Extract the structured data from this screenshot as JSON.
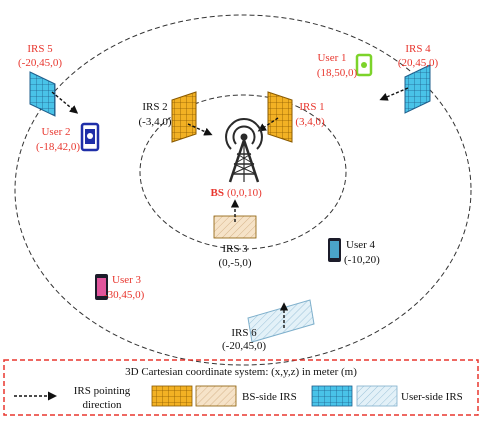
{
  "colors": {
    "red": "#e8362e",
    "bs_irs_fill": "#f2b124",
    "bs_irs_grid": "#8a5a00",
    "user_irs_fill": "#49c3e8",
    "user_irs_grid": "#1f5f8c",
    "hatched_fill": "#f6e3c8",
    "light_blue_fill": "#e3f1f8"
  },
  "irs": [
    {
      "name": "IRS 5",
      "coord": "(-20,45,0)",
      "color": "red"
    },
    {
      "name": "IRS 4",
      "coord": "(20,45,0)",
      "color": "red"
    },
    {
      "name": "IRS 2",
      "coord": "(-3,4,0)",
      "color": "black"
    },
    {
      "name": "IRS 1",
      "coord": "(3,4,0)",
      "color": "red"
    },
    {
      "name": "IRS 3",
      "coord": "(0,-5,0)",
      "color": "black"
    },
    {
      "name": "IRS 6",
      "coord": "(-20,45,0)",
      "color": "black"
    }
  ],
  "users": [
    {
      "name": "User 1",
      "coord": "(18,50,0)",
      "color": "red",
      "icon": "phone-green-icon"
    },
    {
      "name": "User 2",
      "coord": "(-18,42,0)",
      "color": "red",
      "icon": "phone-blue-icon"
    },
    {
      "name": "User 3",
      "coord": "-30,45,0)",
      "color": "red",
      "icon": "phone-pink-icon"
    },
    {
      "name": "User 4",
      "coord": "(-10,20)",
      "color": "black",
      "icon": "phone-dark-icon"
    }
  ],
  "bs": {
    "label": "BS",
    "coord": "(0,0,10)",
    "icon": "tower-icon"
  },
  "legend": {
    "title": "3D Cartesian coordinate system: (x,y,z) in meter (m)",
    "pointing_line1": "IRS pointing",
    "pointing_line2": "direction",
    "bs_side": "BS-side IRS",
    "user_side": "User-side IRS"
  }
}
